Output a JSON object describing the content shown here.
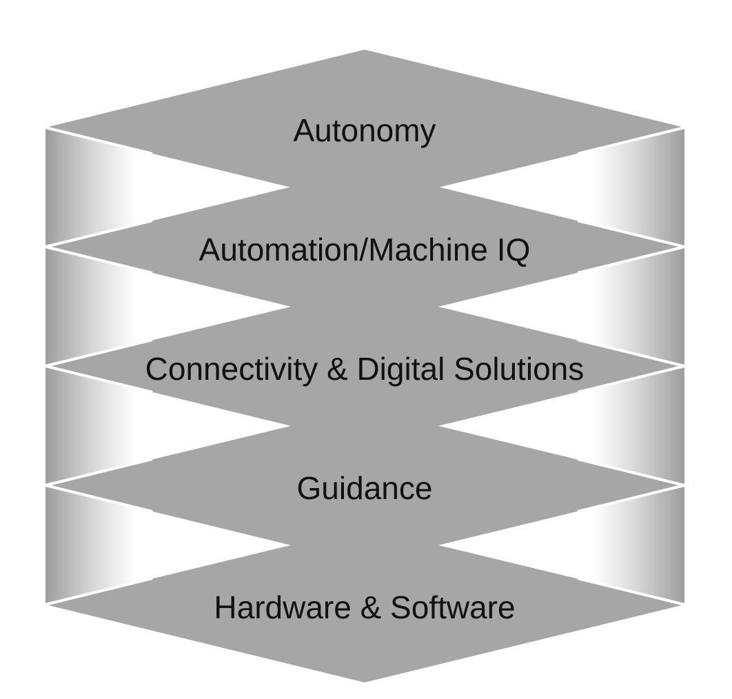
{
  "diagram": {
    "type": "layered-stack",
    "layers": [
      {
        "label": "Autonomy"
      },
      {
        "label": "Automation/Machine IQ"
      },
      {
        "label": "Connectivity & Digital Solutions"
      },
      {
        "label": "Guidance"
      },
      {
        "label": "Hardware & Software"
      }
    ],
    "colors": {
      "diamond_fill": "#a6a6a6",
      "side_dark": "#9d9d9d",
      "side_light": "#ffffff",
      "separator": "#ffffff",
      "text": "#111111"
    }
  }
}
